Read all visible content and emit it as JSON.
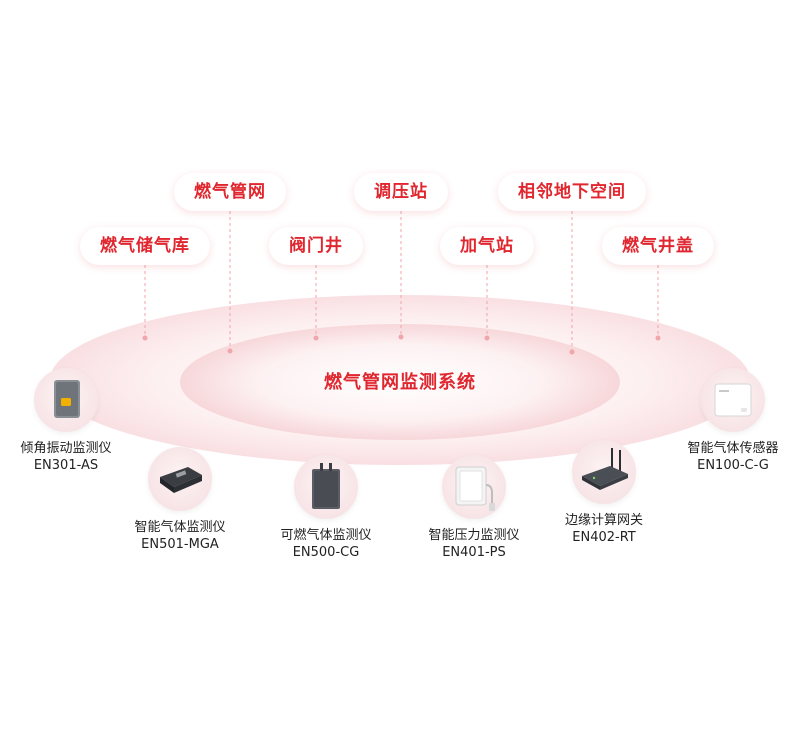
{
  "diagram": {
    "center_title": "燃气管网监测系统",
    "scenarios": [
      {
        "id": "pipeline",
        "label": "燃气管网"
      },
      {
        "id": "regulator",
        "label": "调压站"
      },
      {
        "id": "underground",
        "label": "相邻地下空间"
      },
      {
        "id": "storage",
        "label": "燃气储气库"
      },
      {
        "id": "valve-well",
        "label": "阀门井"
      },
      {
        "id": "filling-station",
        "label": "加气站"
      },
      {
        "id": "well-cover",
        "label": "燃气井盖"
      }
    ],
    "devices": [
      {
        "id": "tilt",
        "name": "倾角振动监测仪",
        "model": "EN301-AS"
      },
      {
        "id": "mga",
        "name": "智能气体监测仪",
        "model": "EN501-MGA"
      },
      {
        "id": "cg",
        "name": "可燃气体监测仪",
        "model": "EN500-CG"
      },
      {
        "id": "ps",
        "name": "智能压力监测仪",
        "model": "EN401-PS"
      },
      {
        "id": "rt",
        "name": "边缘计算网关",
        "model": "EN402-RT"
      },
      {
        "id": "sensor",
        "name": "智能气体传感器",
        "model": "EN100-C-G"
      }
    ],
    "colors": {
      "accent": "#e0262e",
      "ellipse_outer": "#fbe4e6",
      "ellipse_inner": "#f8d3d6",
      "connector": "#f0a6ab"
    }
  }
}
